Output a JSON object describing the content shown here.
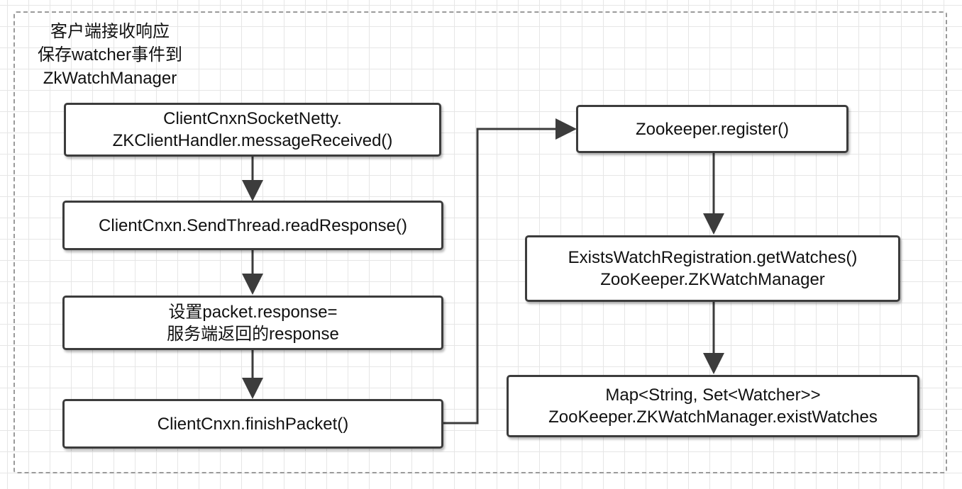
{
  "frame": {
    "title_lines": [
      "客户端接收响应",
      "保存watcher事件到",
      "ZkWatchManager"
    ]
  },
  "nodes": {
    "netty_handler": {
      "lines": [
        "ClientCnxnSocketNetty.",
        "ZKClientHandler.messageReceived()"
      ]
    },
    "read_response": {
      "lines": [
        "ClientCnxn.SendThread.readResponse()"
      ]
    },
    "set_response": {
      "lines": [
        "设置packet.response=",
        "服务端返回的response"
      ]
    },
    "finish_packet": {
      "lines": [
        "ClientCnxn.finishPacket()"
      ]
    },
    "register": {
      "lines": [
        "Zookeeper.register()"
      ]
    },
    "get_watches": {
      "lines": [
        "ExistsWatchRegistration.getWatches()",
        "ZooKeeper.ZKWatchManager"
      ]
    },
    "exist_watches": {
      "lines": [
        "Map<String, Set<Watcher>>",
        "ZooKeeper.ZKWatchManager.existWatches"
      ]
    }
  },
  "edges": [
    {
      "from": "netty_handler",
      "to": "read_response"
    },
    {
      "from": "read_response",
      "to": "set_response"
    },
    {
      "from": "set_response",
      "to": "finish_packet"
    },
    {
      "from": "finish_packet",
      "to": "register"
    },
    {
      "from": "register",
      "to": "get_watches"
    },
    {
      "from": "get_watches",
      "to": "exist_watches"
    }
  ],
  "colors": {
    "stroke": "#3c3c3c",
    "text": "#111111",
    "frame": "#9a9a9a",
    "grid": "#e6e6e6"
  }
}
